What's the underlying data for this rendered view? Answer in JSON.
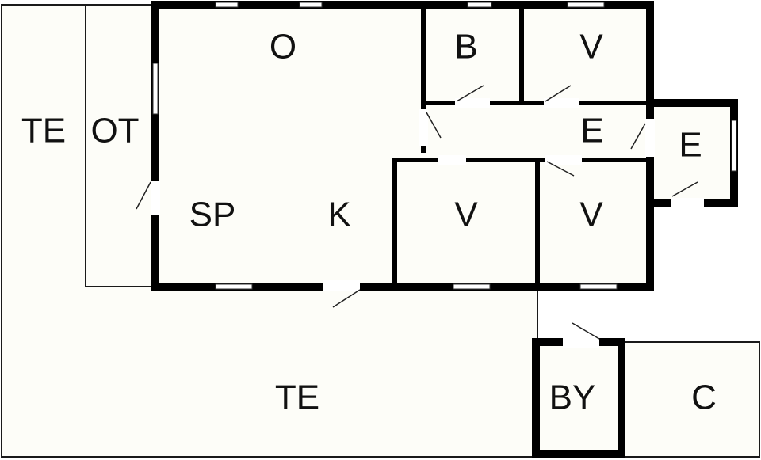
{
  "rooms": {
    "te_left": "TE",
    "ot": "OT",
    "o": "O",
    "b": "B",
    "v_top": "V",
    "e_hall": "E",
    "e_entry": "E",
    "sp": "SP",
    "k": "K",
    "v_mid": "V",
    "v_right": "V",
    "te_bottom": "TE",
    "by": "BY",
    "c": "C"
  }
}
